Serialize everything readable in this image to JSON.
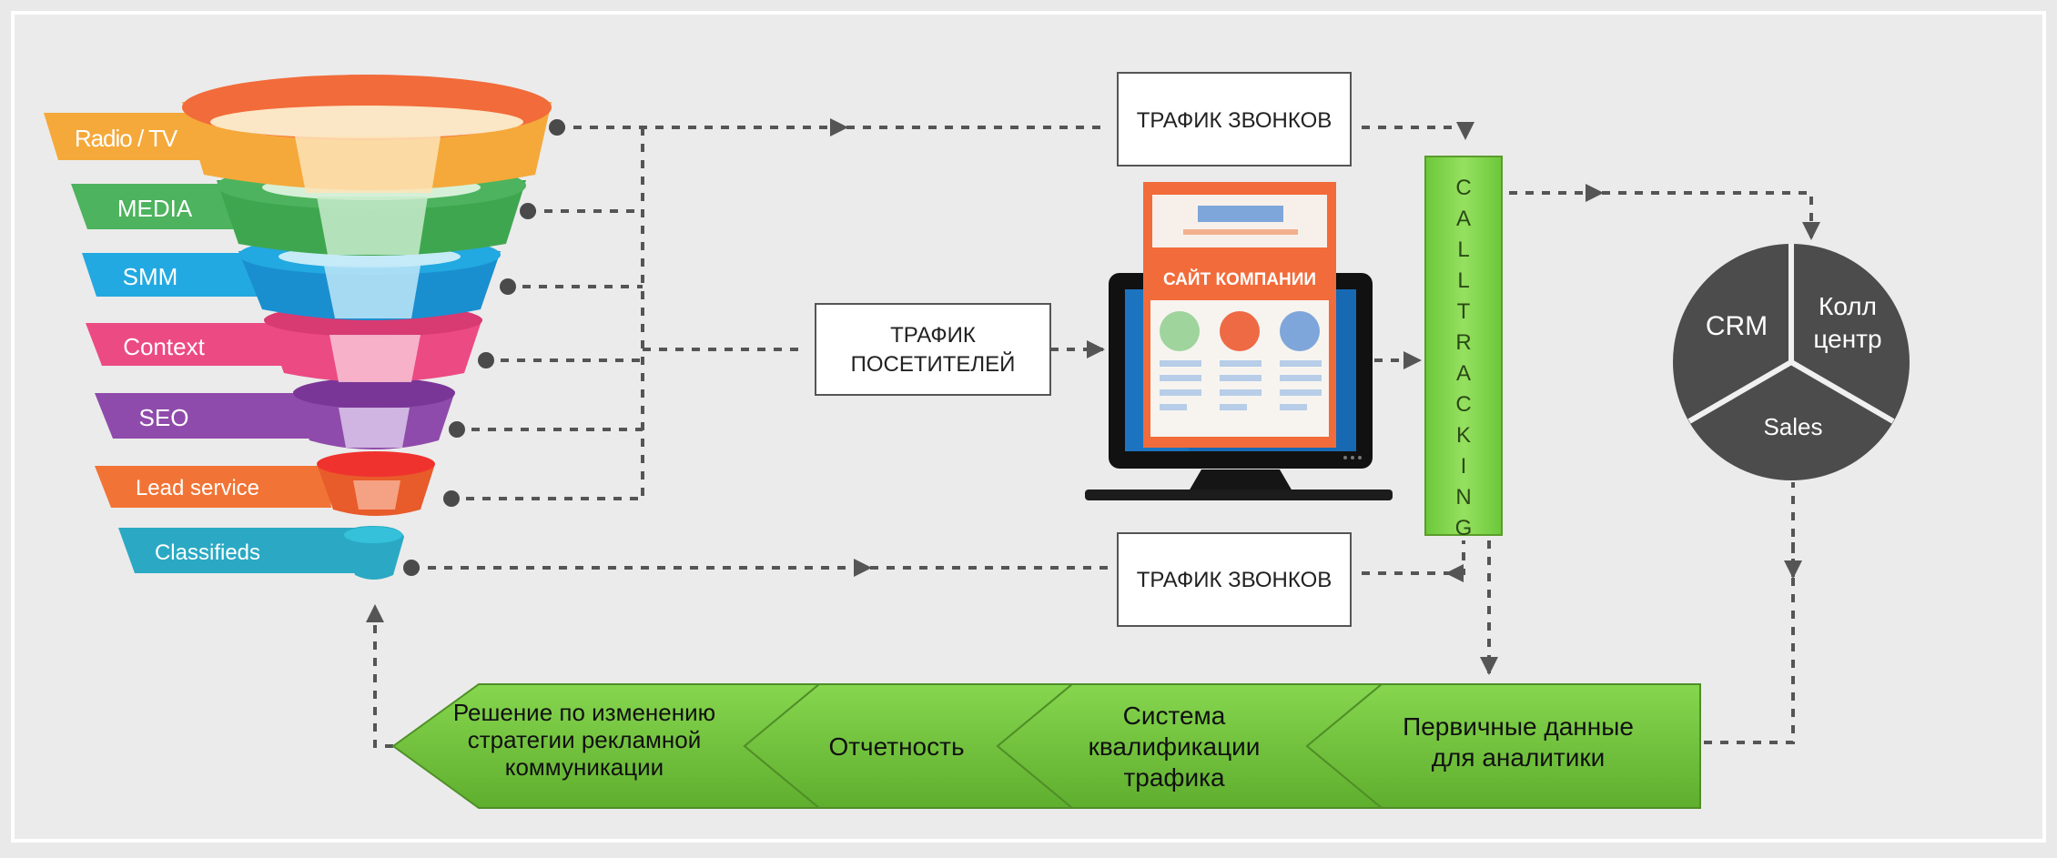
{
  "funnel": {
    "channels": [
      {
        "label": "Radio / TV",
        "color": "#f5a93a"
      },
      {
        "label": "MEDIA",
        "color": "#4db35e"
      },
      {
        "label": "SMM",
        "color": "#22a9e1"
      },
      {
        "label": "Context",
        "color": "#ec4a83"
      },
      {
        "label": "SEO",
        "color": "#8f4bab"
      },
      {
        "label": "Lead service",
        "color": "#f17436"
      },
      {
        "label": "Classifieds",
        "color": "#2ba9c4"
      }
    ],
    "top_rim_color": "#f26b3a"
  },
  "traffic": {
    "calls_top": "ТРАФИК ЗВОНКОВ",
    "visitors_line1": "ТРАФИК",
    "visitors_line2": "ПОСЕТИТЕЛЕЙ",
    "calls_bottom": "ТРАФИК ЗВОНКОВ"
  },
  "website": {
    "banner": "САЙТ КОМПАНИИ",
    "accent_color": "#f26b3a"
  },
  "calltracking": {
    "label": "CALLTRACKING",
    "color": "#7ed348"
  },
  "crm_circle": {
    "crm": "CRM",
    "call_center_line1": "Колл",
    "call_center_line2": "центр",
    "sales": "Sales",
    "color": "#4c4c4c"
  },
  "process": {
    "step1_line1": "Первичные данные",
    "step1_line2": "для аналитики",
    "step2_line1": "Система",
    "step2_line2": "квалификации",
    "step2_line3": "трафика",
    "step3": "Отчетность",
    "step4_line1": "Решение по изменению",
    "step4_line2": "стратегии  рекламной",
    "step4_line3": "коммуникации",
    "color": "#78c942"
  }
}
